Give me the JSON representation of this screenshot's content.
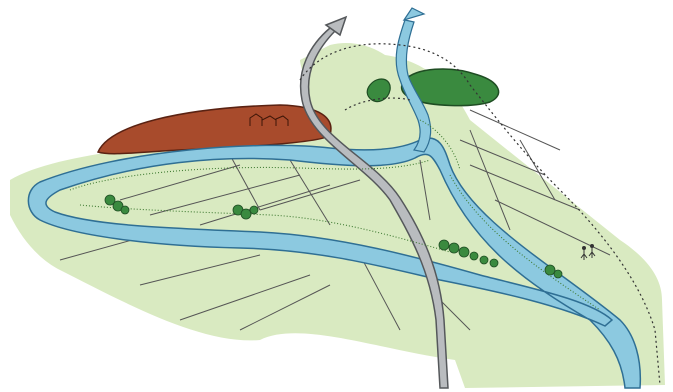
{
  "colors": {
    "land": "#d9eac1",
    "water": "#8cc9e0",
    "water_edge": "#2f6f94",
    "road": "#b9bcbf",
    "road_edge": "#55585b",
    "built_area": "#a84b2c",
    "forest": "#3a8a3f",
    "vegetation": "#7fae63",
    "outline": "#333333"
  },
  "icons": [
    "river",
    "road-arrow",
    "stream-arrow",
    "forest-patch",
    "built-area",
    "field-lines",
    "trees"
  ]
}
